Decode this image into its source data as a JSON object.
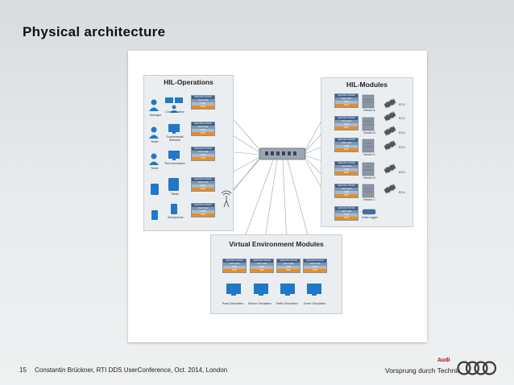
{
  "slide": {
    "title": "Physical architecture",
    "page_number": "15",
    "footer_text": "Constantin Brückner, RTI DDS UserConference, Oct. 2014, London",
    "brand": "Audi",
    "slogan": "Vorsprung durch Technik"
  },
  "diagram": {
    "hil_operations": {
      "title": "HIL-Operations",
      "devices": [
        {
          "label": "Control Station",
          "role": "Manager",
          "icon": "control-station-icon"
        },
        {
          "label": "Experimental Software",
          "role": "Tester",
          "icon": "monitor-icon"
        },
        {
          "label": "Test Automation",
          "role": "Tester",
          "icon": "monitor-icon"
        },
        {
          "label": "Tablet",
          "role": "",
          "icon": "tablet-icon"
        },
        {
          "label": "Smartphone",
          "role": "",
          "icon": "smartphone-icon"
        }
      ]
    },
    "hil_modules": {
      "title": "HIL-Modules",
      "vendors": [
        "Vendor A",
        "Vendor B",
        "Vendor A",
        "Vendor B",
        "Vendor C"
      ],
      "ecu_label": "ECU",
      "data_logger": "Data Logger"
    },
    "virtual_env": {
      "title": "Virtual Environment Modules",
      "modules": [
        "Road Simulation",
        "Sensor Simulation",
        "Traffic Simulation",
        "Driver Simulation"
      ]
    },
    "app_module": {
      "header": "Application Module",
      "row1": "User Code",
      "row2": "FOM",
      "row3": "DDS"
    }
  }
}
